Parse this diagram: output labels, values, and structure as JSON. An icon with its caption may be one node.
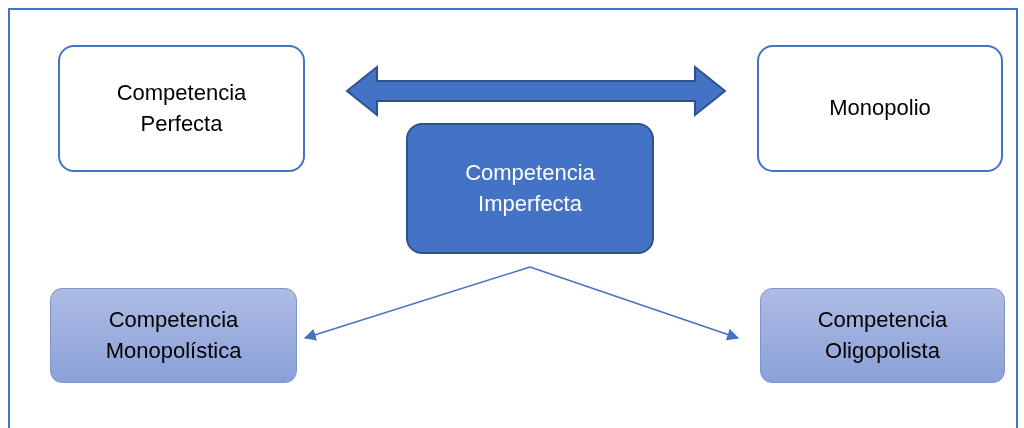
{
  "diagram": {
    "nodes": [
      {
        "text": [
          "Competencia Perfecta"
        ]
      },
      {
        "text": [
          "Monopolio"
        ]
      },
      {
        "text": [
          "Competencia Imperfecta"
        ]
      },
      {
        "text": [
          "Competencia Monopolística"
        ]
      },
      {
        "text": [
          "Competencia Oligopolista"
        ]
      }
    ],
    "edges": [
      {
        "from": 0,
        "to": 1,
        "arrow": "both",
        "style": "thick"
      },
      {
        "from": 2,
        "to": 3,
        "arrow": "to"
      },
      {
        "from": 2,
        "to": 4,
        "arrow": "to"
      }
    ]
  }
}
